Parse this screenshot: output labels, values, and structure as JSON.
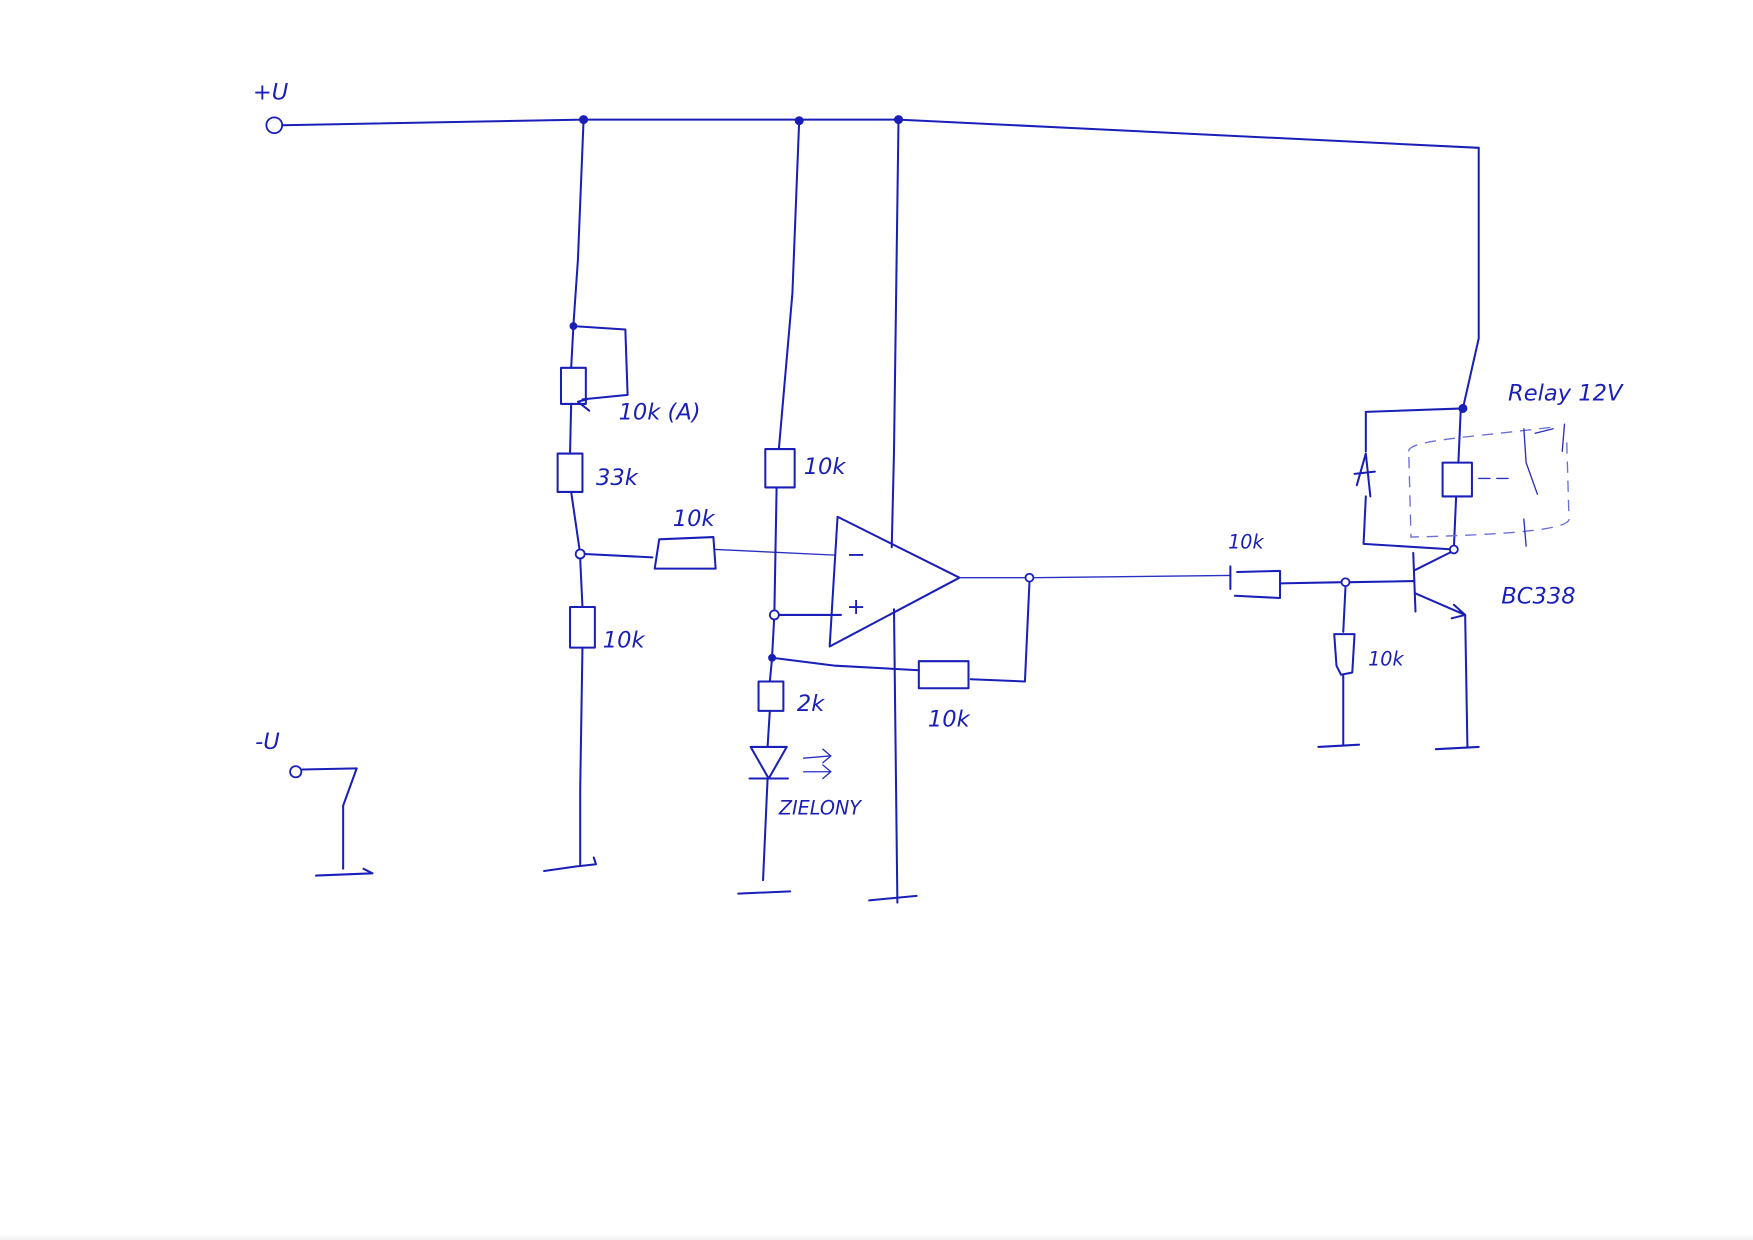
{
  "diagram": {
    "type": "hand-drawn circuit schematic",
    "ink_color": "#1a1fb8",
    "paper_color": "#ffffff",
    "terminals": {
      "positive_supply": "+U",
      "negative_supply": "-U"
    },
    "components": {
      "potentiometer": {
        "ref": "R-pot",
        "label": "10k (A)"
      },
      "r_33k": {
        "label": "33k"
      },
      "r_bottom_left": {
        "label": "10k"
      },
      "r_input": {
        "label": "10k"
      },
      "r_ref_top": {
        "label": "10k"
      },
      "r_led": {
        "label": "2k"
      },
      "r_feedback": {
        "label": "10k"
      },
      "led": {
        "label": "ZIELONY"
      },
      "opamp": {
        "inverting": "−",
        "non_inverting": "+"
      },
      "r_base": {
        "label": "10k"
      },
      "r_base_pulldown": {
        "label": "10k"
      },
      "transistor": {
        "label": "BC338"
      },
      "relay": {
        "label": "Relay 12V"
      }
    }
  }
}
